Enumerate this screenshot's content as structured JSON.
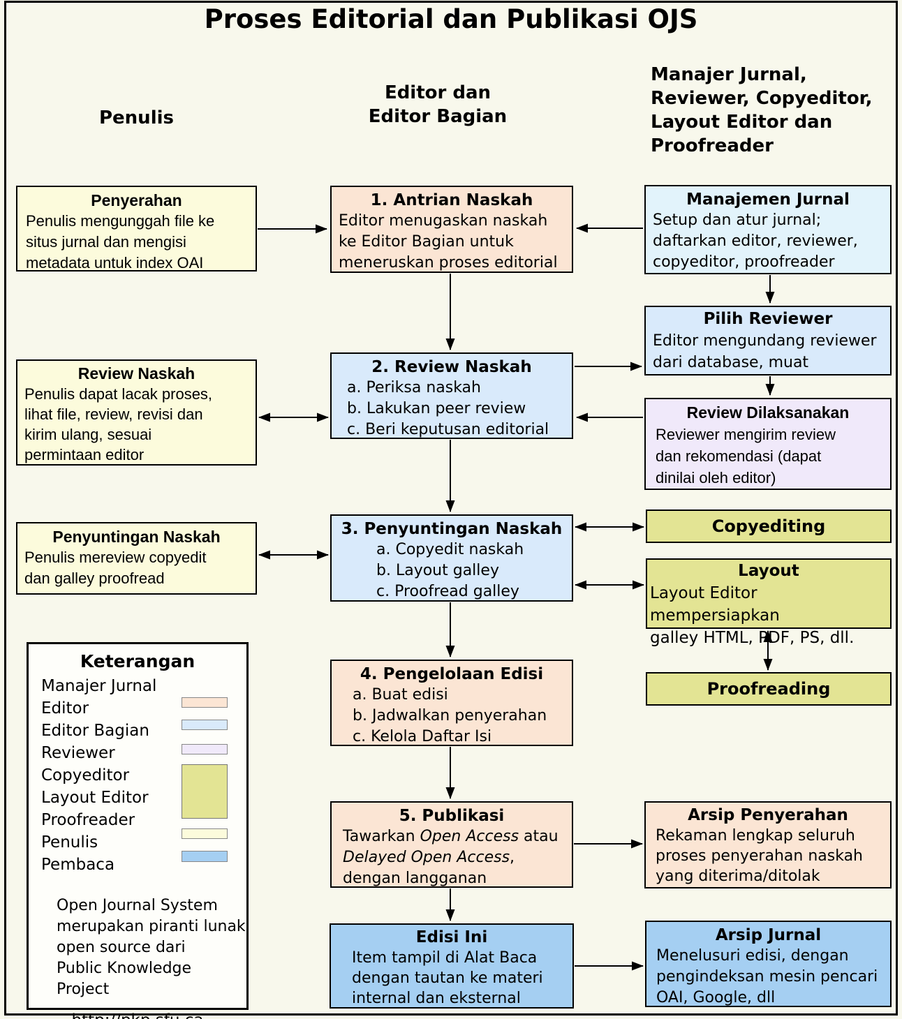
{
  "title": "Proses Editorial dan Publikasi OJS",
  "column_headers": {
    "penulis": "Penulis",
    "editor": [
      "Editor dan",
      "Editor Bagian"
    ],
    "manajer": [
      "Manajer Jurnal,",
      "Reviewer, Copyeditor,",
      "Layout Editor dan",
      "Proofreader"
    ]
  },
  "boxes": {
    "penyerahan": {
      "title": "Penyerahan",
      "lines": [
        "Penulis mengunggah file ke",
        "situs jurnal dan mengisi",
        "metadata untuk index OAI"
      ]
    },
    "antrian": {
      "title": "1. Antrian Naskah",
      "lines": [
        "Editor menugaskan naskah",
        "ke Editor Bagian untuk",
        "meneruskan proses editorial"
      ]
    },
    "manajemen": {
      "title": "Manajemen Jurnal",
      "lines": [
        "Setup dan atur jurnal;",
        "daftarkan editor, reviewer,",
        "copyeditor, proofreader"
      ]
    },
    "pilih_reviewer": {
      "title": "Pilih Reviewer",
      "lines": [
        "Editor mengundang reviewer",
        "dari database, muat"
      ]
    },
    "review2": {
      "title": "2. Review Naskah",
      "lines": [
        "a. Periksa naskah",
        "b. Lakukan peer review",
        "c. Beri keputusan editorial"
      ]
    },
    "review_left": {
      "title": "Review Naskah",
      "lines": [
        "Penulis dapat lacak proses,",
        "lihat file, review, revisi dan",
        "kirim ulang, sesuai",
        "permintaan editor"
      ]
    },
    "dilaksanakan": {
      "title": "Review Dilaksanakan",
      "lines": [
        "Reviewer mengirim review",
        "dan rekomendasi (dapat",
        "dinilai oleh editor)"
      ]
    },
    "penyuntingan3": {
      "title": "3. Penyuntingan Naskah",
      "lines": [
        "a. Copyedit naskah",
        "b. Layout galley",
        "c. Proofread galley"
      ]
    },
    "penyuntingan_left": {
      "title": "Penyuntingan Naskah",
      "lines": [
        "Penulis mereview copyedit",
        "dan galley proofread"
      ]
    },
    "copyediting": {
      "title": "Copyediting"
    },
    "layout": {
      "title": "Layout",
      "lines": [
        "Layout Editor mempersiapkan",
        "galley HTML, PDF, PS, dll."
      ]
    },
    "proofreading": {
      "title": "Proofreading"
    },
    "pengelolaan": {
      "title": "4. Pengelolaan Edisi",
      "lines": [
        "a. Buat edisi",
        "b. Jadwalkan penyerahan",
        "c. Kelola Daftar Isi"
      ]
    },
    "publikasi": {
      "title": "5. Publikasi",
      "l1_pre": "Tawarkan ",
      "l1_it": "Open Access",
      "l1_post": " atau",
      "l2_it": "Delayed Open Access",
      "l2_post": ",",
      "l3": "dengan langganan"
    },
    "arsip_penyerahan": {
      "title": "Arsip Penyerahan",
      "lines": [
        "Rekaman lengkap seluruh",
        "proses penyerahan naskah",
        "yang diterima/ditolak"
      ]
    },
    "edisi_ini": {
      "title": "Edisi Ini",
      "lines": [
        "Item tampil di Alat Baca",
        "dengan tautan ke materi",
        "internal dan eksternal"
      ]
    },
    "arsip_jurnal": {
      "title": "Arsip Jurnal",
      "lines": [
        "Menelusuri edisi, dengan",
        "pengindeksan mesin pencari",
        "OAI, Google, dll"
      ]
    }
  },
  "legend": {
    "title": "Keterangan",
    "items": [
      {
        "label": "Manajer Jurnal",
        "swatch": "none"
      },
      {
        "label": "Editor",
        "swatch": "peach"
      },
      {
        "label": "Editor Bagian",
        "swatch": "light-blue"
      },
      {
        "label": "Reviewer",
        "swatch": "lavender"
      },
      {
        "label": "Copyeditor",
        "swatch": "olive-group"
      },
      {
        "label": "Layout Editor",
        "swatch": "olive-group"
      },
      {
        "label": "Proofreader",
        "swatch": "olive-group"
      },
      {
        "label": "Penulis",
        "swatch": "cream"
      },
      {
        "label": "Pembaca",
        "swatch": "blue"
      }
    ],
    "footer_lines": [
      "Open Journal System",
      "merupakan piranti lunak",
      "open source dari",
      "Public Knowledge Project"
    ],
    "url": "http://pkp.sfu.ca"
  },
  "colors": {
    "background": "#F8F8EC",
    "box_border": "#000000",
    "editor_peach": "#FBE5D4",
    "editor_bagian_light_blue": "#D9EAFB",
    "manajer_pale_cyan": "#E2F3FB",
    "reviewer_lavender": "#F0E9FA",
    "copyeditor_layout_proofreader_olive": "#E3E494",
    "penulis_cream": "#FCFBDC",
    "pembaca_blue": "#A5CFF2"
  }
}
